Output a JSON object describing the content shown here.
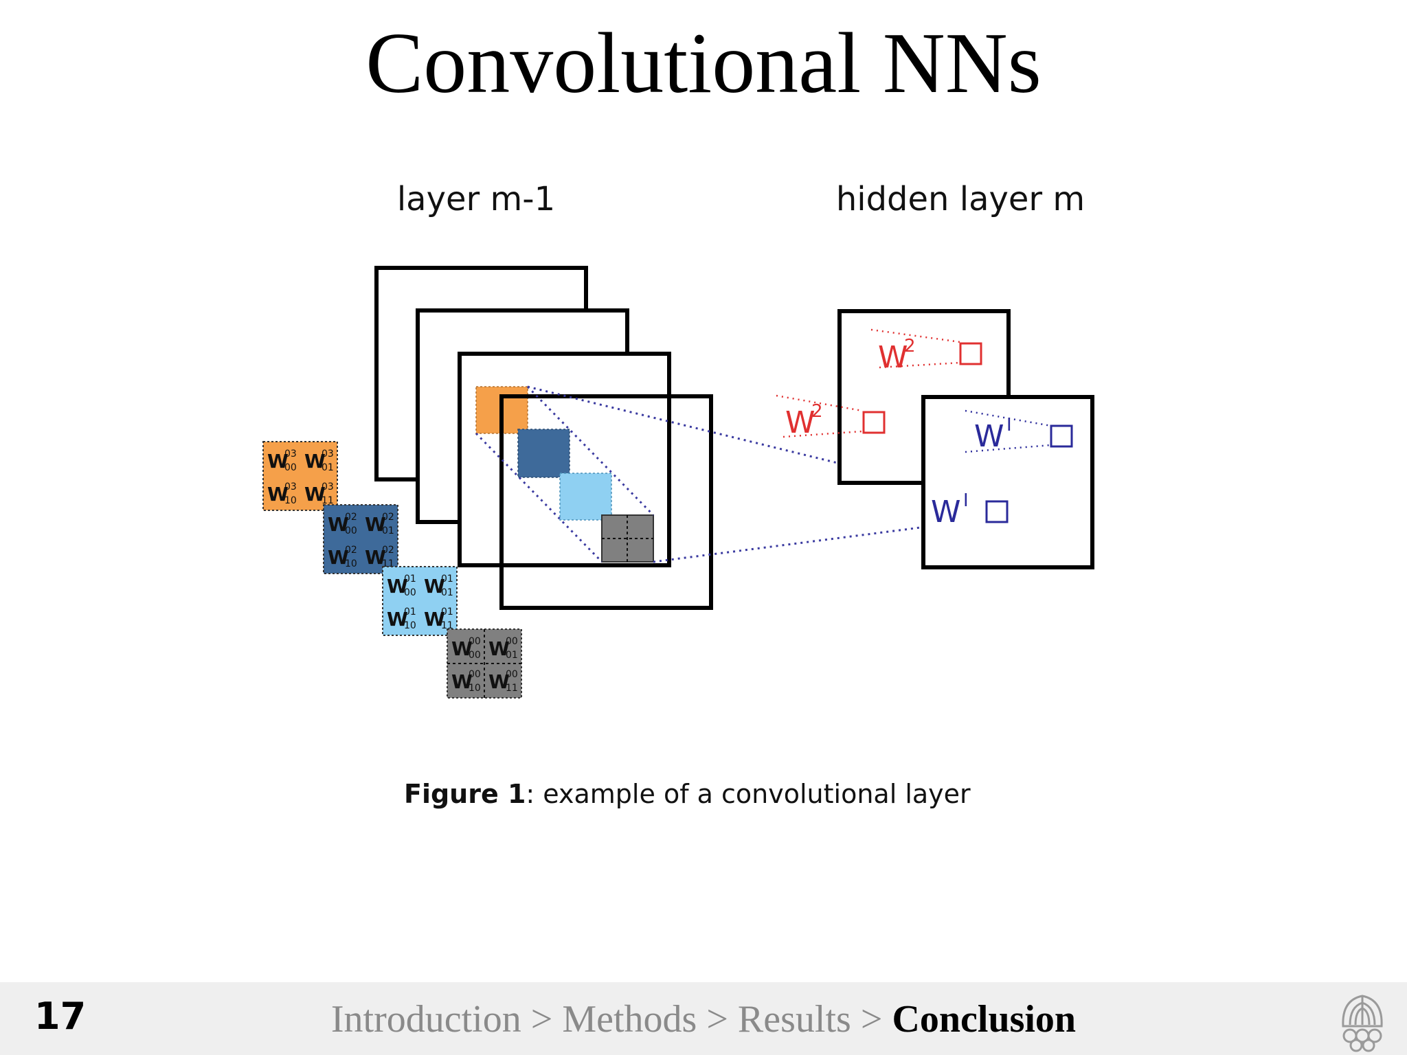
{
  "slide": {
    "title": "Convolutional NNs",
    "page_number": "17"
  },
  "figure": {
    "left_label": "layer m-1",
    "right_label": "hidden layer m",
    "caption_bold": "Figure 1",
    "caption_rest": ": example of a convolutional layer",
    "w2": "W",
    "w2_sup": "2",
    "w1": "W",
    "w1_sup": "I",
    "colors": {
      "orange": "#f5a04a",
      "dark_blue": "#3e6a9a",
      "light_blue": "#8fd0f2",
      "gray": "#808080",
      "red": "#e03030",
      "navy": "#2a2a9a"
    },
    "kernels": [
      {
        "name": "orange",
        "cells": [
          [
            "W",
            "00",
            "03"
          ],
          [
            "W",
            "01",
            "03"
          ],
          [
            "W",
            "10",
            "03"
          ],
          [
            "W",
            "11",
            "03"
          ]
        ]
      },
      {
        "name": "dark-blue",
        "cells": [
          [
            "W",
            "00",
            "02"
          ],
          [
            "W",
            "01",
            "02"
          ],
          [
            "W",
            "10",
            "02"
          ],
          [
            "W",
            "11",
            "02"
          ]
        ]
      },
      {
        "name": "light-blue",
        "cells": [
          [
            "W",
            "00",
            "01"
          ],
          [
            "W",
            "01",
            "01"
          ],
          [
            "W",
            "10",
            "01"
          ],
          [
            "W",
            "11",
            "01"
          ]
        ]
      },
      {
        "name": "gray",
        "cells": [
          [
            "W",
            "00",
            "00"
          ],
          [
            "W",
            "01",
            "00"
          ],
          [
            "W",
            "10",
            "00"
          ],
          [
            "W",
            "11",
            "00"
          ]
        ]
      }
    ]
  },
  "footer": {
    "breadcrumb": [
      {
        "label": "Introduction",
        "current": false
      },
      {
        "label": "Methods",
        "current": false
      },
      {
        "label": "Results",
        "current": false
      },
      {
        "label": "Conclusion",
        "current": true
      }
    ],
    "separator": " > "
  }
}
